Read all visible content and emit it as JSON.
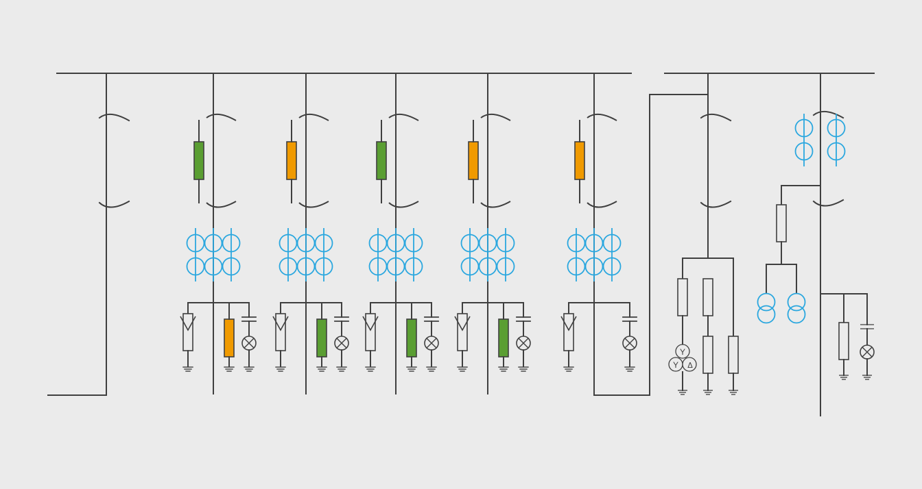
{
  "colors": {
    "background": "#ebebeb",
    "line": "#3f3f3f",
    "current_transformer": "#2aa7df",
    "breaker_green": "#5a9e32",
    "breaker_orange": "#f09a00",
    "box_fill": "#ebebeb"
  },
  "icons": {
    "arrester": "surge-arrester-icon",
    "capacitor_lamp": "capacitor-with-indicator-lamp-icon",
    "ground": "ground-icon",
    "disconnect": "disconnect-switch-icon",
    "current_transformer": "current-transformer-icon",
    "voltage_transformer": "voltage-transformer-icon",
    "winding": "winding-icon"
  },
  "feeders": [
    {
      "id": "feeder-1",
      "breaker": "green",
      "lower": "orange"
    },
    {
      "id": "feeder-2",
      "breaker": "orange",
      "lower": "green"
    },
    {
      "id": "feeder-3",
      "breaker": "green",
      "lower": "green"
    },
    {
      "id": "feeder-4",
      "breaker": "orange",
      "lower": "green"
    },
    {
      "id": "feeder-5",
      "breaker": "orange",
      "lower": null
    }
  ],
  "winding_labels": [
    "Y",
    "Y",
    "Δ"
  ]
}
